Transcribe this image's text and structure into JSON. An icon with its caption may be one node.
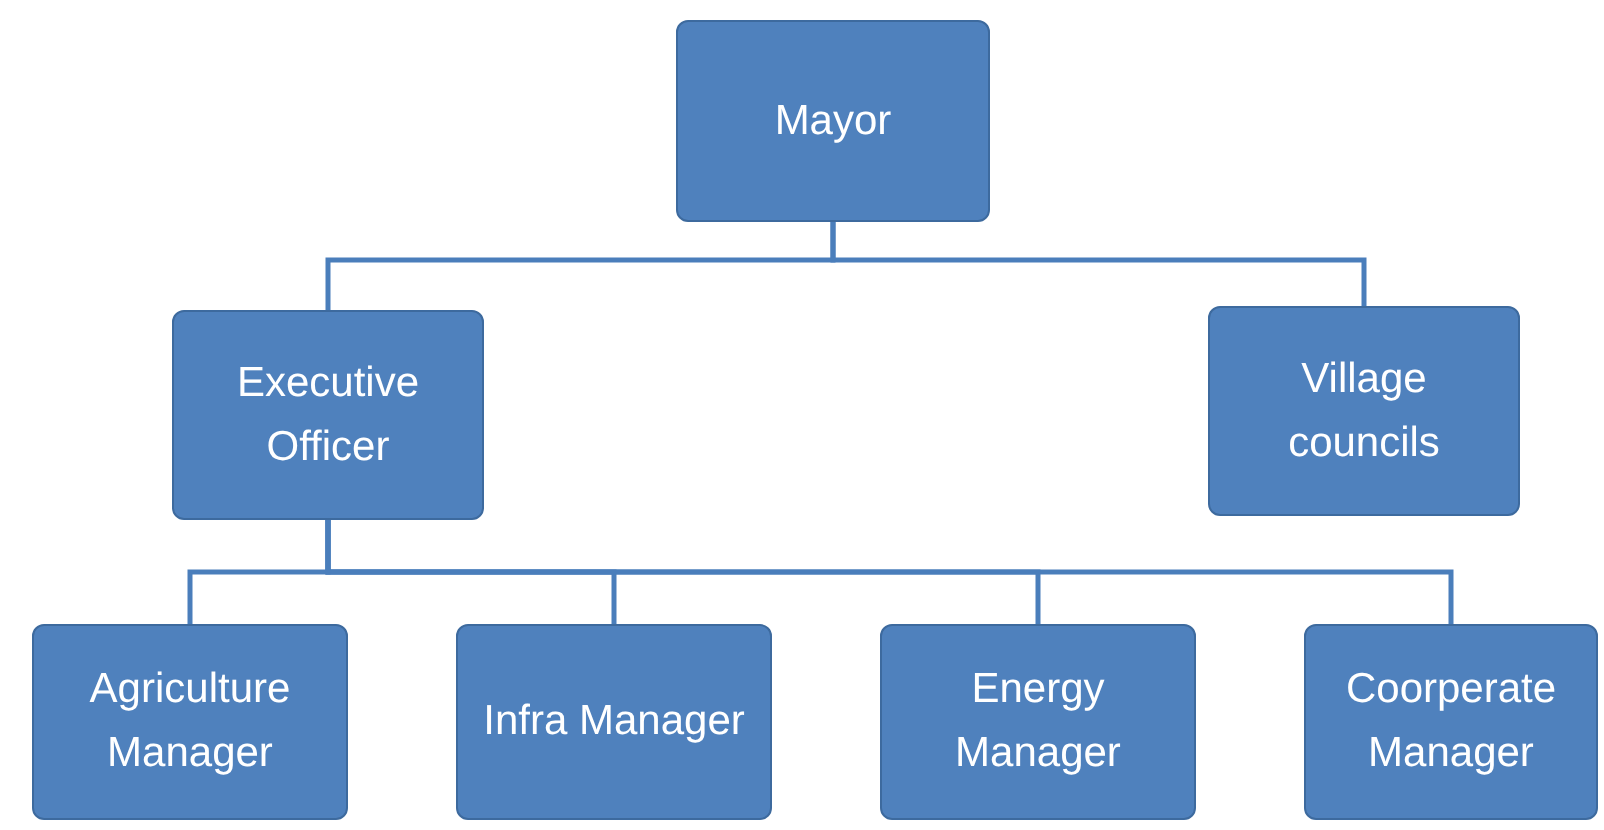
{
  "diagram": {
    "nodes": [
      {
        "text": [
          "Mayor"
        ]
      },
      {
        "text": [
          "Executive Officer"
        ]
      },
      {
        "text": [
          "Village councils"
        ]
      },
      {
        "text": [
          "Agriculture Manager"
        ]
      },
      {
        "text": [
          "Infra Manager"
        ]
      },
      {
        "text": [
          "Energy Manager"
        ]
      },
      {
        "text": [
          "Coorperate Manager"
        ]
      }
    ],
    "edges": [
      {
        "from": 0,
        "to": 1,
        "arrow": "none"
      },
      {
        "from": 0,
        "to": 2,
        "arrow": "none"
      },
      {
        "from": 1,
        "to": 3,
        "arrow": "none"
      },
      {
        "from": 1,
        "to": 4,
        "arrow": "none"
      },
      {
        "from": 1,
        "to": 5,
        "arrow": "none"
      },
      {
        "from": 1,
        "to": 6,
        "arrow": "none"
      }
    ]
  }
}
